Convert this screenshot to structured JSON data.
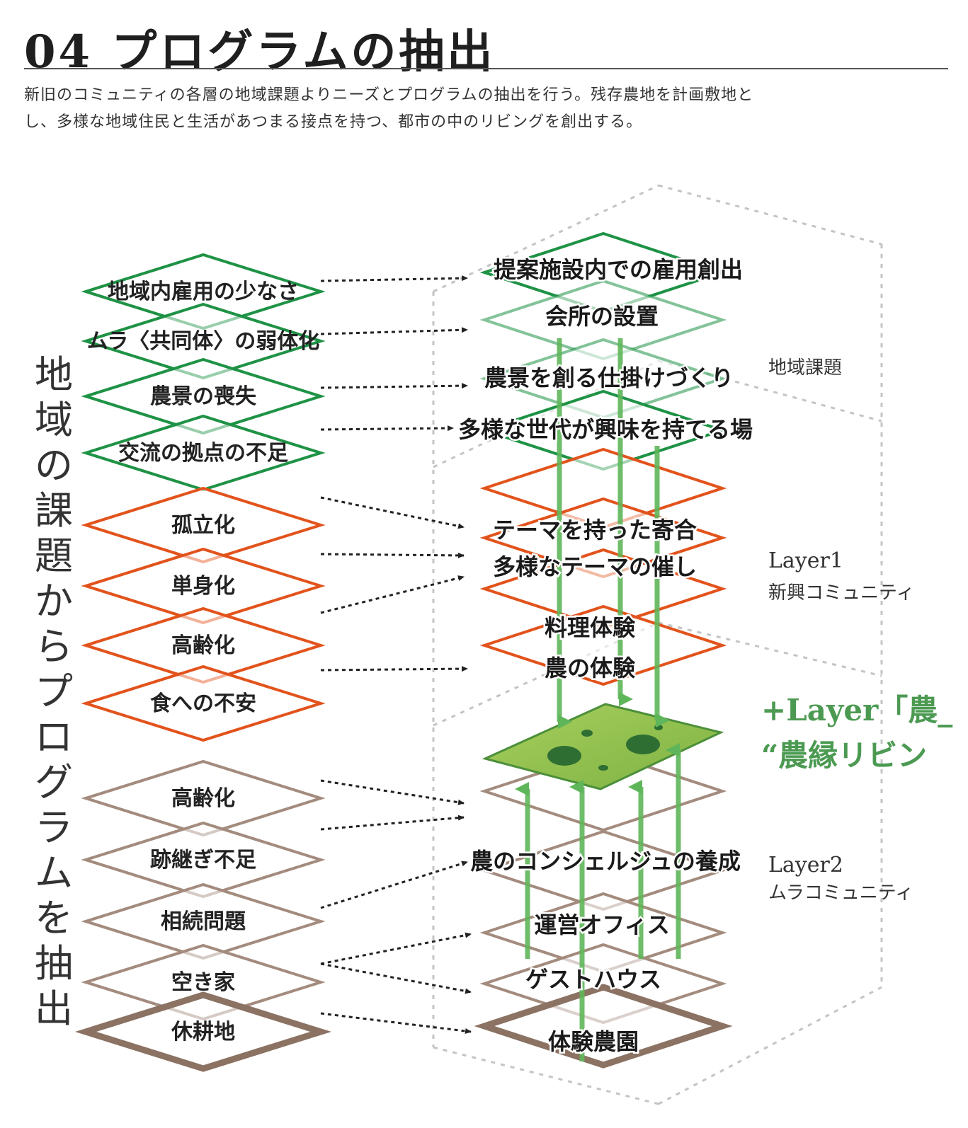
{
  "title": "04 プログラムの抽出",
  "description": [
    "新旧のコミュニティの各層の地域課題よりニーズとプログラムの抽出を行う。残存農地を計画敷地と",
    "し、多様な地域住民と生活があつまる接点を持つ、都市の中のリビングを創出する。"
  ],
  "vertical_label": "地域の課題からプログラムを抽出",
  "left_layers": {
    "green": [
      "地域内雇用の少なさ",
      "ムラ〈共同体〉の弱体化",
      "農景の喪失",
      "交流の拠点の不足"
    ],
    "orange": [
      "孤立化",
      "単身化",
      "高齢化",
      "食への不安"
    ],
    "brown": [
      "高齢化",
      "跡継ぎ不足",
      "相続問題",
      "空き家",
      "休耕地"
    ]
  },
  "right_programs": {
    "green": [
      "提案施設内での雇用創出",
      "会所の設置",
      "農景を創る仕掛けづくり",
      "多様な世代が興味を持てる場"
    ],
    "orange": [
      "テーマを持った寄合",
      "多様なテーマの催し",
      "料理体験",
      "農の体験"
    ],
    "brown": [
      "農のコンシェルジュの養成",
      "運営オフィス",
      "ゲストハウス",
      "体験農園"
    ]
  },
  "side_labels": {
    "regional": "地域課題",
    "layer1_title": "Layer1",
    "layer1_sub": "新興コミュニティ",
    "layer2_title": "Layer2",
    "layer2_sub": "ムラコミュニティ",
    "plus_layer_line1": "+Layer「農_",
    "plus_layer_line2": "“農縁リビン"
  },
  "colors": {
    "green": "#1e9245",
    "orange": "#e2531c",
    "brown": "#a38b7d",
    "dark_brown": "#8b7262",
    "arrow_green": "#5fb65a",
    "plus_layer": "#4c9a52",
    "dotted_gray": "#bdbdbd"
  }
}
